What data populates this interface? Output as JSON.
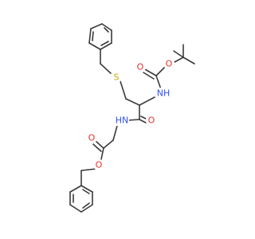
{
  "molecule": {
    "atom_labels": {
      "sulfur": "S",
      "boc_carbonyl_oxygen": "O",
      "boc_ester_oxygen": "O",
      "carbamate_nh": "NH",
      "amide_nh": "HN",
      "amide_oxygen": "O",
      "ester_carbonyl_oxygen": "O",
      "ester_oxygen": "O"
    },
    "colors": {
      "bond": "#3a3a3a",
      "oxygen": "#e8312a",
      "nitrogen": "#3050f8",
      "sulfur": "#c8a800"
    }
  }
}
